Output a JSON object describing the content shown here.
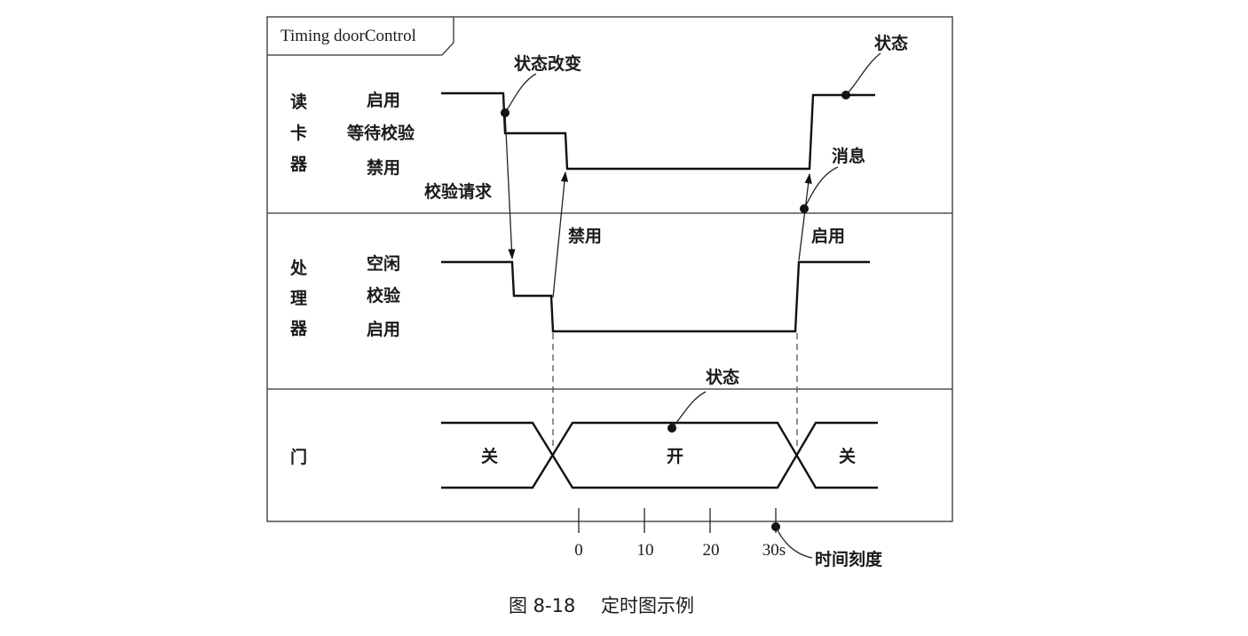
{
  "frame": {
    "title": "Timing doorControl"
  },
  "lanes": {
    "reader": {
      "name_chars": [
        "读",
        "卡",
        "器"
      ],
      "states": [
        "启用",
        "等待校验",
        "禁用"
      ]
    },
    "processor": {
      "name_chars": [
        "处",
        "理",
        "器"
      ],
      "states": [
        "空闲",
        "校验",
        "启用"
      ]
    },
    "door": {
      "name": "门",
      "values": [
        "关",
        "开",
        "关"
      ]
    }
  },
  "annotations": {
    "state_change": "状态改变",
    "reader_state": "状态",
    "message": "消息",
    "verify_request": "校验请求",
    "disable_msg": "禁用",
    "enable_msg": "启用",
    "door_state": "状态",
    "time_scale": "时间刻度"
  },
  "time_axis": {
    "ticks": [
      "0",
      "10",
      "20",
      "30s"
    ]
  },
  "caption": {
    "figure": "图 8-18",
    "text": "定时图示例"
  }
}
